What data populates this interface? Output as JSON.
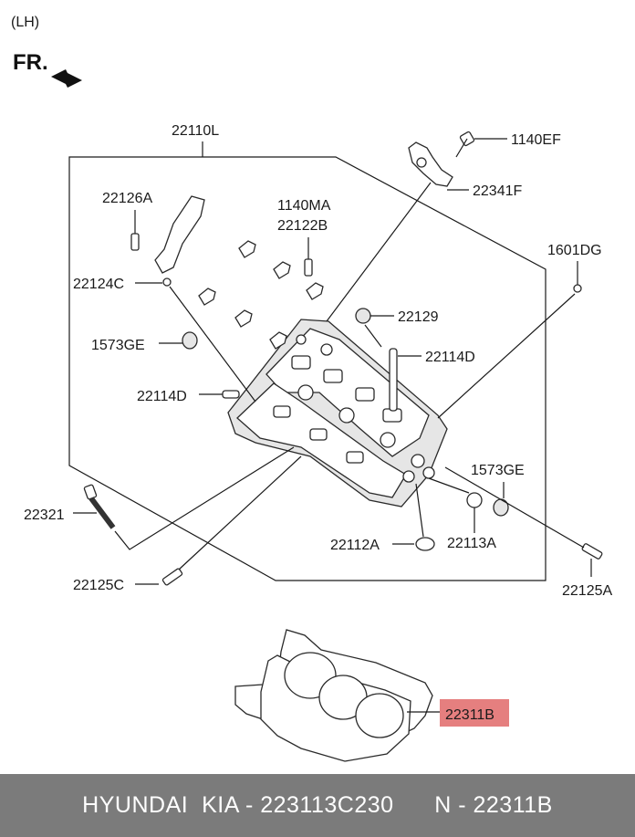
{
  "header": {
    "side_label": "(LH)",
    "front_label": "FR."
  },
  "parts": {
    "assembly": "22110L",
    "bolt_top": "1140EF",
    "bracket": "22341F",
    "bolt_cap": "22126A",
    "stud_a": "1140MA",
    "stud_b": "22122B",
    "dowel_right": "1601DG",
    "pin_left": "22124C",
    "plug_cap": "22129",
    "plug_left": "1573GE",
    "tube_right": "22114D",
    "tube_left": "22114D",
    "plug_right": "1573GE",
    "head_bolt": "22321",
    "seal_a": "22112A",
    "seal_b": "22113A",
    "dowel_left": "22125C",
    "dowel_right_bottom": "22125A",
    "gasket": "22311B"
  },
  "highlight": {
    "color": "#e57f7f"
  },
  "footer": {
    "text": "HYUNDAI  KIA - 223113C230      N - 22311B"
  }
}
